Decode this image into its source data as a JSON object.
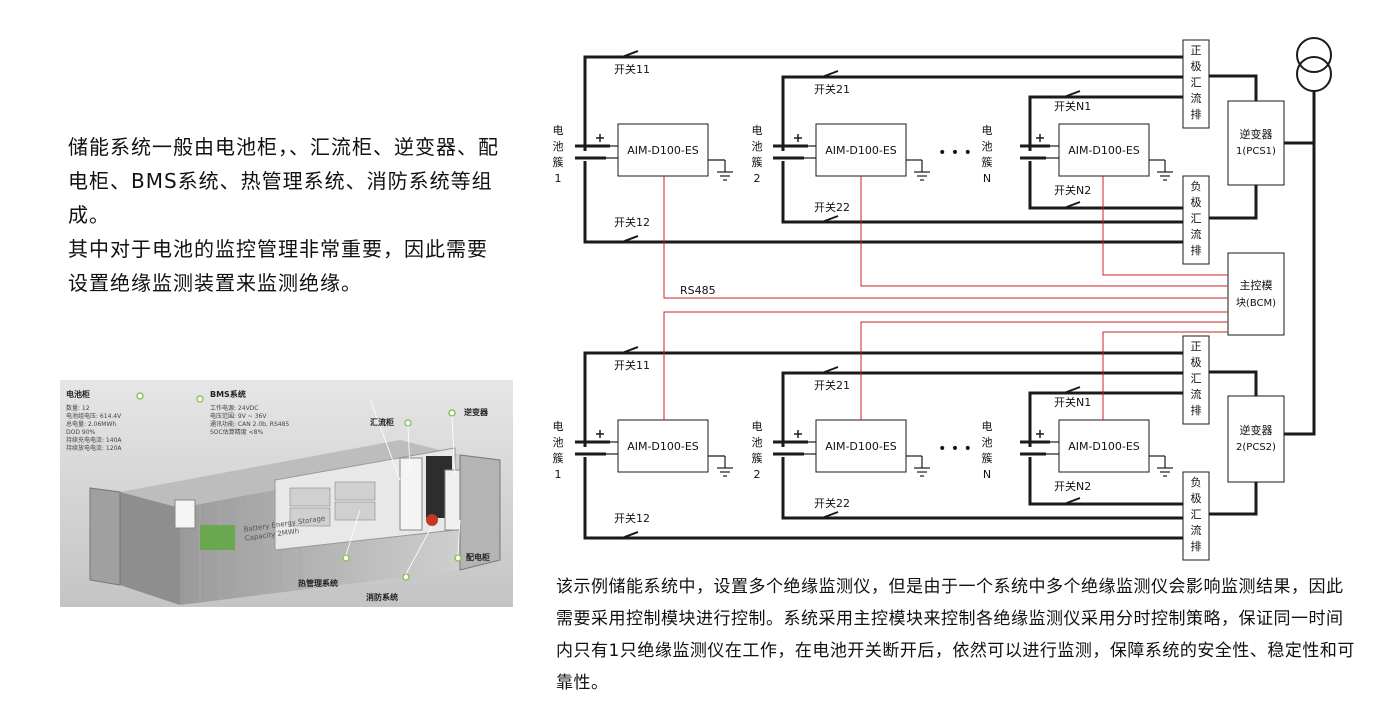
{
  "intro": {
    "line1": "储能系统一般由电池柜，、汇流柜、逆变器、配电柜、BMS系统、热管理系统、消防系统等组成。",
    "line2": "其中对于电池的监控管理非常重要，因此需要设置绝缘监测装置来监测绝缘。"
  },
  "photo": {
    "callouts": {
      "battery_cabinet": "电池柜",
      "bms": "BMS系统",
      "combiner": "汇流柜",
      "inverter": "逆变器",
      "distribution": "配电柜",
      "thermal": "热管理系统",
      "fire": "消防系统"
    },
    "battery_specs": [
      "数量: 12",
      "电池组电压: 614.4V",
      "总电量: 2.06MWh",
      "DOD 90%",
      "持续充电电流: 140A",
      "持续放电电流: 120A"
    ],
    "bms_specs": [
      "工作电源: 24VDC",
      "电压范围: 9V ~ 36V",
      "通讯功能: CAN 2.0b, RS485",
      "SOC估算精度 <8%"
    ],
    "container_text": [
      "Battery Energy Storage",
      "Capacity 2MWh"
    ]
  },
  "diagram": {
    "device_label": "AIM-D100-ES",
    "switches": {
      "s11": "开关11",
      "s12": "开关12",
      "s21": "开关21",
      "s22": "开关22",
      "sn1": "开关N1",
      "sn2": "开关N2"
    },
    "clusters": [
      [
        "电",
        "池",
        "簇",
        "1"
      ],
      [
        "电",
        "池",
        "簇",
        "2"
      ],
      [
        "电",
        "池",
        "簇",
        "N"
      ]
    ],
    "pos_bus": [
      "正",
      "极",
      "汇",
      "流",
      "排"
    ],
    "neg_bus": [
      "负",
      "极",
      "汇",
      "流",
      "排"
    ],
    "inverter1": [
      "逆变器",
      "1(PCS1)"
    ],
    "inverter2": [
      "逆变器",
      "2(PCS2)"
    ],
    "bcm": [
      "主控模",
      "块(BCM)"
    ],
    "rs485": "RS485",
    "ellipsis": "• • •",
    "colors": {
      "wire": "#1a1a1a",
      "signal": "#cc2222"
    }
  },
  "description": "该示例储能系统中，设置多个绝缘监测仪，但是由于一个系统中多个绝缘监测仪会影响监测结果，因此需要采用控制模块进行控制。系统采用主控模块来控制各绝缘监测仪采用分时控制策略，保证同一时间内只有1只绝缘监测仪在工作，在电池开关断开后，依然可以进行监测，保障系统的安全性、稳定性和可靠性。"
}
